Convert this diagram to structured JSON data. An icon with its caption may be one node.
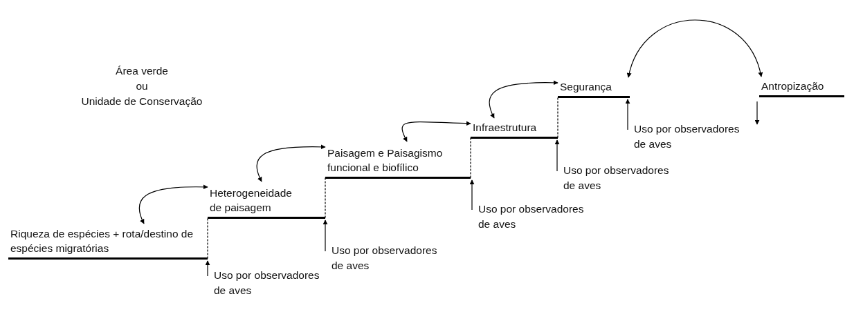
{
  "diagram": {
    "nodes": [
      {
        "text": [
          "Riqueza de espécies + rota/destino de espécies migratórias"
        ]
      },
      {
        "text": [
          "Uso por observadores de aves"
        ]
      },
      {
        "text": [
          "Heterogeneidade de paisagem"
        ]
      },
      {
        "text": [
          "Uso por observadores de aves"
        ]
      },
      {
        "text": [
          "Paisagem e Paisagismo funcional e biofílico"
        ]
      },
      {
        "text": [
          "Uso por observadores de aves"
        ]
      },
      {
        "text": [
          "Infraestrutura"
        ]
      },
      {
        "text": [
          "Uso por observadores de aves"
        ]
      },
      {
        "text": [
          "Segurança"
        ]
      },
      {
        "text": [
          "Uso por observadores de aves"
        ]
      },
      {
        "text": [
          "Antropização"
        ]
      }
    ],
    "edges": [
      {
        "from": 0,
        "to": 2,
        "arrow": "both"
      },
      {
        "from": 2,
        "to": 4,
        "arrow": "both"
      },
      {
        "from": 4,
        "to": 6,
        "arrow": "both"
      },
      {
        "from": 6,
        "to": 8,
        "arrow": "both"
      },
      {
        "from": 8,
        "to": 10,
        "arrow": "both"
      },
      {
        "from": 0,
        "to": 2,
        "arrow": "none",
        "style": "dashed"
      },
      {
        "from": 2,
        "to": 4,
        "arrow": "none",
        "style": "dashed"
      },
      {
        "from": 4,
        "to": 6,
        "arrow": "none",
        "style": "dashed"
      },
      {
        "from": 6,
        "to": 8,
        "arrow": "none",
        "style": "dashed"
      },
      {
        "from": 1,
        "to": 0,
        "arrow": "to"
      },
      {
        "from": 3,
        "to": 2,
        "arrow": "to"
      },
      {
        "from": 5,
        "to": 4,
        "arrow": "to"
      },
      {
        "from": 7,
        "to": 6,
        "arrow": "to"
      },
      {
        "from": 9,
        "to": 8,
        "arrow": "to"
      },
      {
        "from": 10,
        "to": 9,
        "arrow": "to"
      }
    ],
    "labels": [
      "Área verde",
      "ou",
      "Unidade de Conservação"
    ]
  }
}
